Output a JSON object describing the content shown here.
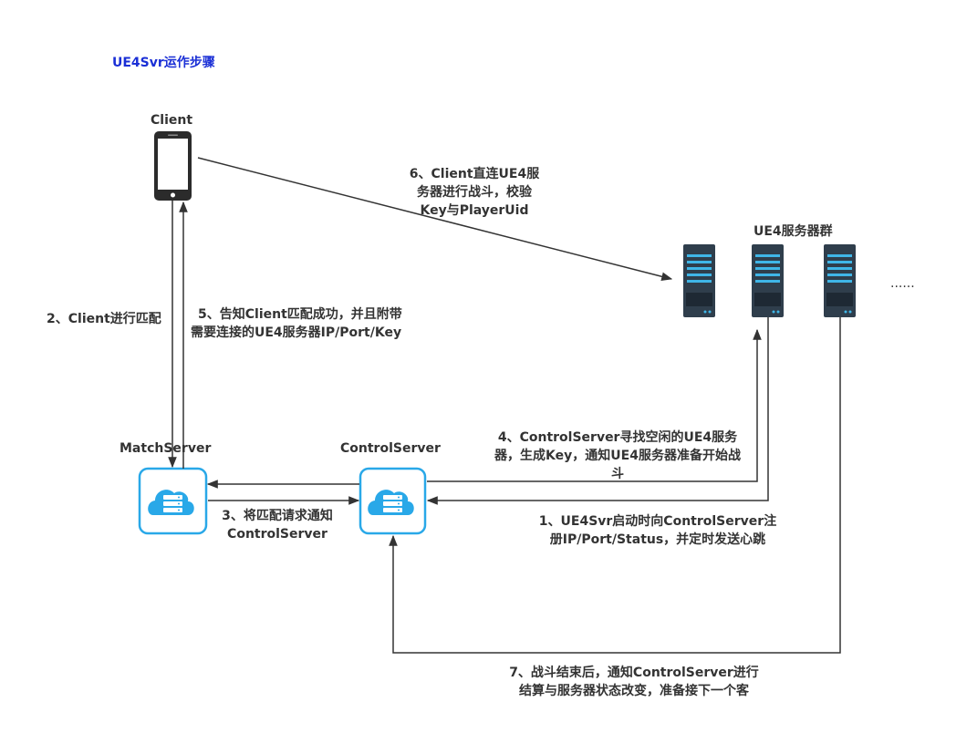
{
  "title": "UE4Svr运作步骤",
  "nodes": {
    "client": "Client",
    "match_server": "MatchServer",
    "control_server": "ControlServer",
    "ue4_cluster": "UE4服务器群",
    "ellipsis": "......"
  },
  "steps": {
    "s1": [
      "1、UE4Svr启动时向ControlServer注",
      "册IP/Port/Status，并定时发送心跳"
    ],
    "s2": [
      "2、Client进行匹配"
    ],
    "s3": [
      "3、将匹配请求通知",
      "ControlServer"
    ],
    "s4": [
      "4、ControlServer寻找空闲的UE4服务",
      "器，生成Key，通知UE4服务器准备开始战",
      "斗"
    ],
    "s5": [
      "5、告知Client匹配成功，并且附带",
      "需要连接的UE4服务器IP/Port/Key"
    ],
    "s6": [
      "6、Client直连UE4服",
      "务器进行战斗，校验",
      "Key与PlayerUid"
    ],
    "s7": [
      "7、战斗结束后，通知ControlServer进行",
      "结算与服务器状态改变，准备接下一个客"
    ]
  },
  "colors": {
    "title": "#1a2fd6",
    "line": "#333333",
    "cloud": "#29a8e8",
    "server_body": "#2f3e4c",
    "server_accent": "#3fb6e8"
  }
}
